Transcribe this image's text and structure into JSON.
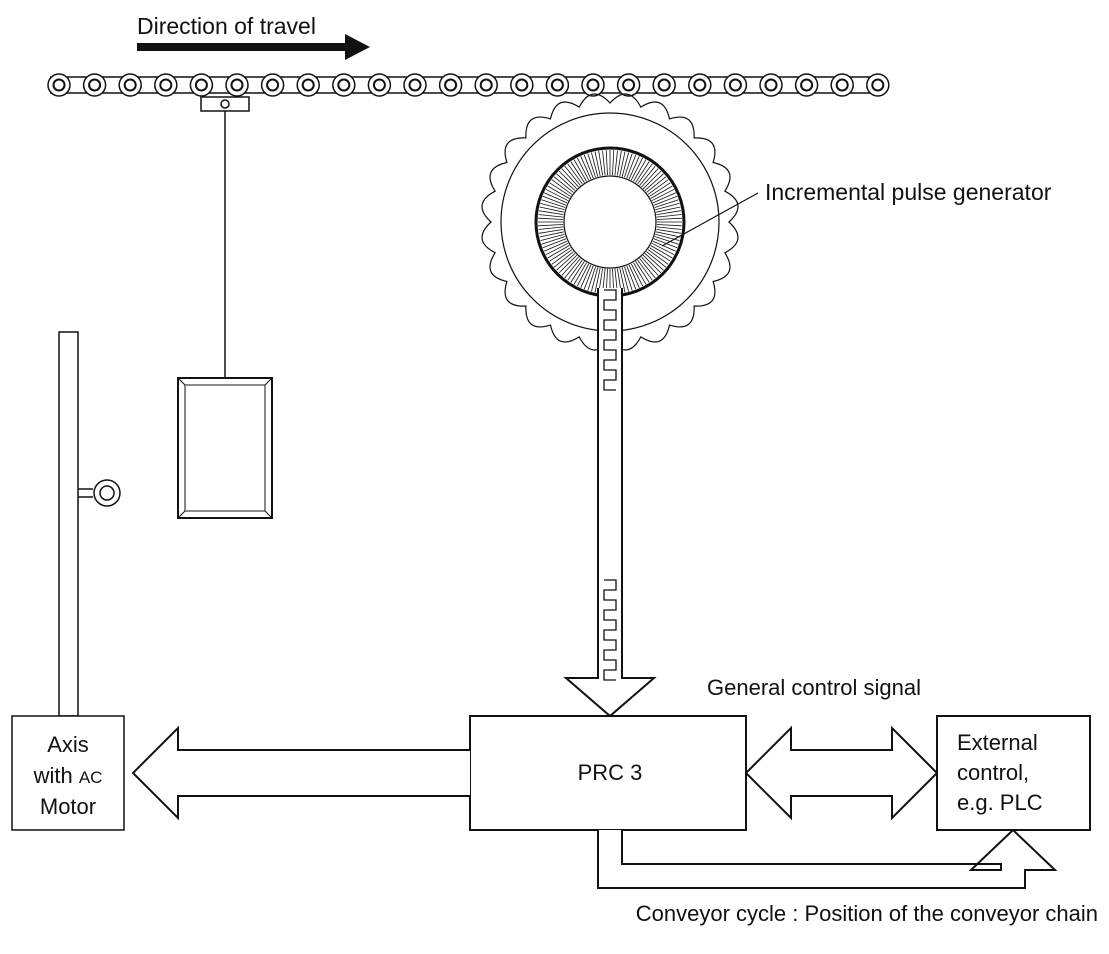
{
  "labels": {
    "direction": "Direction of travel",
    "encoder": "Incremental pulse generator",
    "general_signal": "General control signal",
    "conveyor_cycle": "Conveyor cycle : Position of the conveyor chain"
  },
  "blocks": {
    "prc": {
      "label": "PRC 3"
    },
    "axis": {
      "line1": "Axis",
      "line2_a": "with ",
      "line2_b": "AC",
      "line3": "Motor"
    },
    "external": {
      "line1": "External",
      "line2": "control,",
      "line3": "e.g. PLC"
    }
  },
  "colors": {
    "stroke": "#111111",
    "fill": "#ffffff"
  }
}
